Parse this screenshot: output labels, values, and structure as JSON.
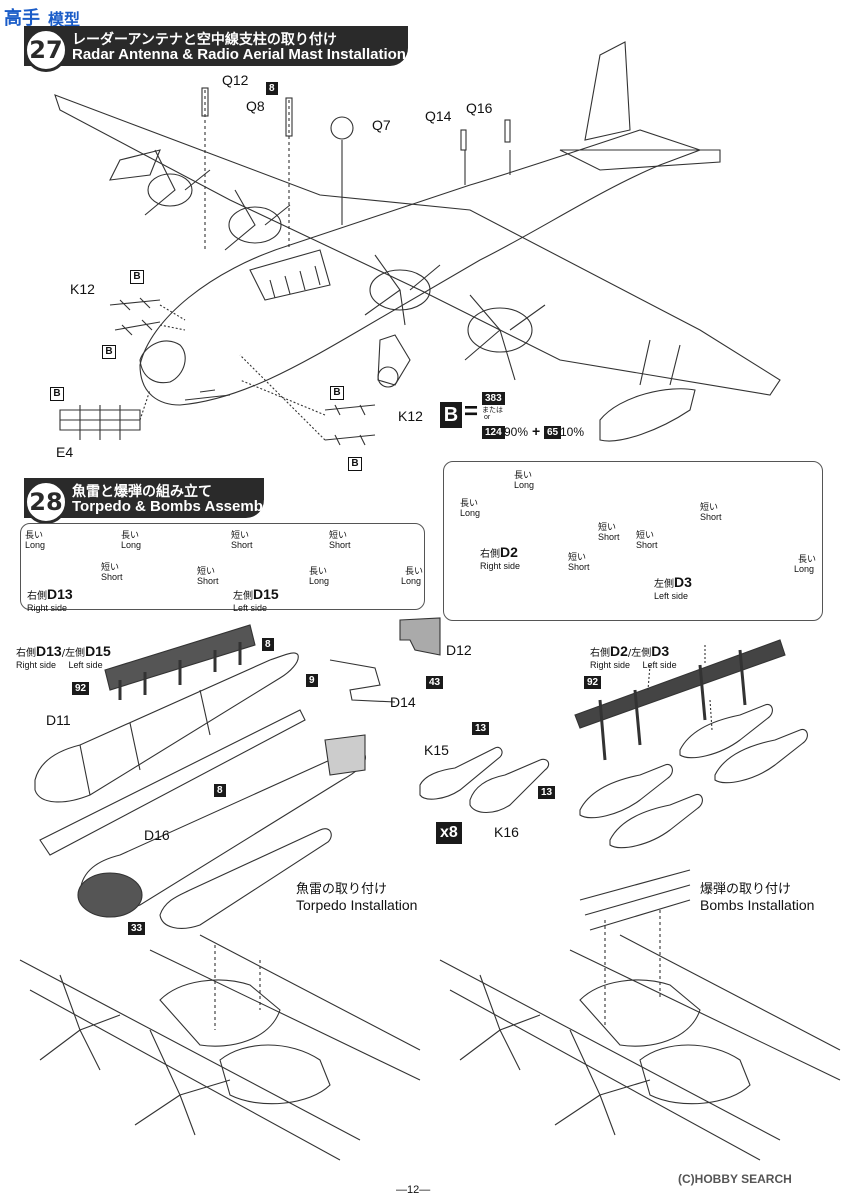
{
  "watermark_top": {
    "brand": "高手",
    "cn": "模型"
  },
  "step27": {
    "number": "27",
    "title_jp": "レーダーアンテナと空中線支柱の取り付け",
    "title_en": "Radar Antenna & Radio Aerial Mast Installation",
    "parts": {
      "q12": "Q12",
      "q8": "Q8",
      "q8_tag": "8",
      "q7": "Q7",
      "q14": "Q14",
      "q16": "Q16",
      "k12_left": "K12",
      "k12_right": "K12",
      "e4": "E4",
      "b": "B"
    },
    "color_legend": {
      "letter": "B",
      "equals": "=",
      "main_code": "383",
      "or_jp": "または",
      "or_en": "or",
      "mix_a": "124",
      "mix_a_pct": "90%",
      "plus": "+",
      "mix_b": "65",
      "mix_b_pct": "10%"
    }
  },
  "step28": {
    "number": "28",
    "title_jp": "魚雷と爆弾の組み立て",
    "title_en": "Torpedo & Bombs Assembly",
    "left_box": {
      "long_jp": "長い",
      "long_en": "Long",
      "short_jp": "短い",
      "short_en": "Short",
      "right_side_jp": "右側",
      "right_part": "D13",
      "right_side_en": "Right side",
      "left_side_jp": "左側",
      "left_part": "D15",
      "left_side_en": "Left side"
    },
    "right_box": {
      "long_jp": "長い",
      "long_en": "Long",
      "short_jp": "短い",
      "short_en": "Short",
      "right_side_jp": "右側",
      "right_part": "D2",
      "right_side_en": "Right side",
      "left_side_jp": "左側",
      "left_part": "D3",
      "left_side_en": "Left side"
    },
    "torpedo": {
      "rack_label_jp1": "右側",
      "rack_part1": "D13",
      "rack_slash": "/",
      "rack_label_jp2": "左側",
      "rack_part2": "D15",
      "rack_en1": "Right side",
      "rack_en2": "Left side",
      "tag92": "92",
      "tag8a": "8",
      "tag8b": "8",
      "tag9": "9",
      "tag43": "43",
      "tag33": "33",
      "d11": "D11",
      "d16": "D16",
      "d12": "D12",
      "d14": "D14"
    },
    "bombs": {
      "k15": "K15",
      "k16": "K16",
      "tag13a": "13",
      "tag13b": "13",
      "times": "x8",
      "rack_label_jp1": "右側",
      "rack_part1": "D2",
      "rack_slash": "/",
      "rack_label_jp2": "左側",
      "rack_part2": "D3",
      "rack_en1": "Right side",
      "rack_en2": "Left side",
      "tag92": "92"
    },
    "install": {
      "torpedo_jp": "魚雷の取り付け",
      "torpedo_en": "Torpedo Installation",
      "bombs_jp": "爆弾の取り付け",
      "bombs_en": "Bombs Installation"
    }
  },
  "footer": {
    "page": "—12—",
    "watermark": "(C)HOBBY SEARCH",
    "copyright": "©"
  }
}
